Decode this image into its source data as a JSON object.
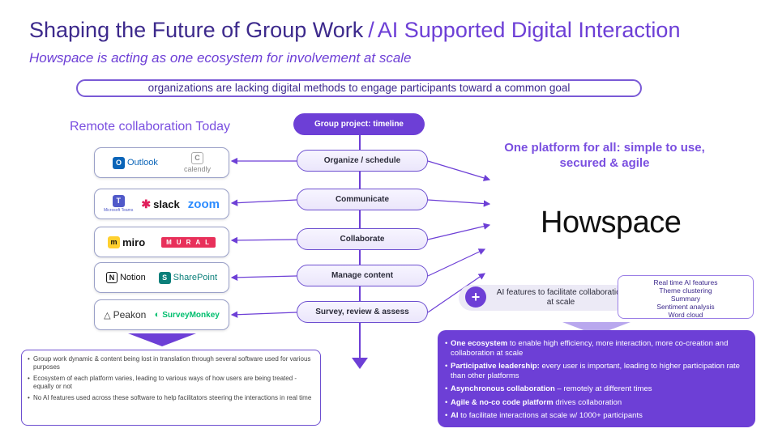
{
  "header": {
    "title_part1": "Shaping the Future of Group Work",
    "separator": "/",
    "title_part2": "AI Supported Digital Interaction",
    "subtitle": "Howspace is acting as one ecosystem for involvement at scale"
  },
  "banner": "organizations are lacking digital methods to engage participants toward a common goal",
  "left": {
    "heading": "Remote collaboration Today",
    "tools": [
      {
        "logos": [
          {
            "name": "Outlook",
            "icon": "outlook-icon",
            "color": "#0a64b8"
          },
          {
            "name": "calendly",
            "icon": "calendly-icon",
            "color": "#8a8a8a"
          }
        ]
      },
      {
        "logos": [
          {
            "name": "Microsoft Teams",
            "icon": "teams-icon",
            "color": "#5059c9"
          },
          {
            "name": "slack",
            "icon": "slack-icon",
            "color": "#111111"
          },
          {
            "name": "zoom",
            "icon": "zoom-icon",
            "color": "#2d8cff"
          }
        ]
      },
      {
        "logos": [
          {
            "name": "miro",
            "icon": "miro-icon",
            "color": "#111111"
          },
          {
            "name": "MURAL",
            "icon": "mural-icon",
            "color": "#e8305a"
          }
        ]
      },
      {
        "logos": [
          {
            "name": "Notion",
            "icon": "notion-icon",
            "color": "#111111"
          },
          {
            "name": "SharePoint",
            "icon": "sharepoint-icon",
            "color": "#0b7f7a"
          }
        ]
      },
      {
        "logos": [
          {
            "name": "Peakon",
            "icon": "peakon-icon",
            "color": "#333333"
          },
          {
            "name": "SurveyMonkey",
            "icon": "surveymonkey-icon",
            "color": "#00bf6f"
          }
        ]
      }
    ],
    "notes": [
      "Group work dynamic & content being lost in translation through several software used for various purposes",
      "Ecosystem of each platform varies, leading to various ways of how users are being treated - equally or not",
      "No AI features used across these software to help facilitators steering the interactions in real time"
    ]
  },
  "center": {
    "timeline_label": "Group project: timeline",
    "stages": [
      "Organize / schedule",
      "Communicate",
      "Collaborate",
      "Manage content",
      "Survey, review & assess"
    ]
  },
  "right": {
    "heading": "One platform for all: simple to use, secured & agile",
    "logo": "Howspace",
    "plus": "+",
    "ai_label": "AI features to facilitate collaboration at scale",
    "ai_features": [
      "Real time AI features",
      "Theme clustering",
      "Summary",
      "Sentiment analysis",
      "Word cloud"
    ],
    "benefits": [
      {
        "bold": "One ecosystem",
        "text": " to enable high efficiency, more interaction, more co-creation and collaboration at scale"
      },
      {
        "bold": "Participative leadership:",
        "text": " every user is important, leading to higher participation rate than other platforms"
      },
      {
        "bold": "Asynchronous collaboration",
        "text": " – remotely at different times"
      },
      {
        "bold": "Agile & no-co code platform",
        "text": " drives collaboration"
      },
      {
        "bold": "AI",
        "text": " to facilitate interactions at scale w/ 1000+ participants"
      }
    ]
  },
  "colors": {
    "primary": "#6d3fd6",
    "dark": "#3d2a8c",
    "accent": "#7a4fe0"
  }
}
